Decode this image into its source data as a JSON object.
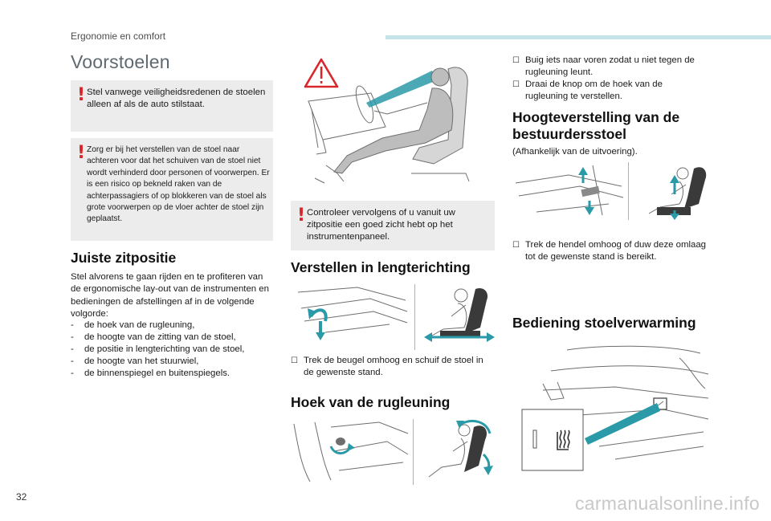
{
  "header": {
    "section_label": "Ergonomie en comfort",
    "page_number": "32"
  },
  "left": {
    "title": "Voorstoelen",
    "warning1": "Stel vanwege veiligheidsredenen de stoelen alleen af als de auto stilstaat.",
    "warning2": "Zorg er bij het verstellen van de stoel naar achteren voor dat het schuiven van de stoel niet wordt verhinderd door personen of voorwerpen. Er is een risico op bekneld raken van de achterpassagiers of op blokkeren van de stoel als grote voorwerpen op de vloer achter de stoel zijn geplaatst.",
    "heading": "Juiste zitpositie",
    "intro": "Stel alvorens te gaan rijden en te profiteren van de ergonomische lay-out van de instrumenten en bedieningen de afstellingen af in de volgende volgorde:",
    "steps": [
      "de hoek van de rugleuning,",
      "de hoogte van de zitting van de stoel,",
      "de positie in lengterichting van de stoel,",
      "de hoogte van het stuurwiel,",
      "de binnenspiegel en buitenspiegels."
    ]
  },
  "middle": {
    "warning3": "Controleer vervolgens of u vanuit uw zitpositie een goed zicht hebt op het instrumentenpaneel.",
    "heading_length": "Verstellen in lengterichting",
    "instruction_length": "Trek de beugel omhoog en schuif de stoel in de gewenste stand.",
    "heading_backrest": "Hoek van de rugleuning"
  },
  "right": {
    "instruction_lean": "Buig iets naar voren zodat u niet tegen de rugleuning leunt.",
    "instruction_knob": "Draai de knop om de hoek van de rugleuning te verstellen.",
    "heading_height_line1": "Hoogteverstelling van de",
    "heading_height_line2": "bestuurdersstoel",
    "availability": "(Afhankelijk van de uitvoering).",
    "instruction_height": "Trek de hendel omhoog of duw deze omlaag tot de gewenste stand is bereikt.",
    "heading_heating": "Bediening stoelverwarming"
  },
  "footer": {
    "watermark": "carmanualsonline.info"
  },
  "colors": {
    "accent_bar": "#c5e4ea",
    "warning_red": "#d9262b",
    "arrow_teal": "#2a9aa8",
    "box_gray": "#ececec"
  }
}
